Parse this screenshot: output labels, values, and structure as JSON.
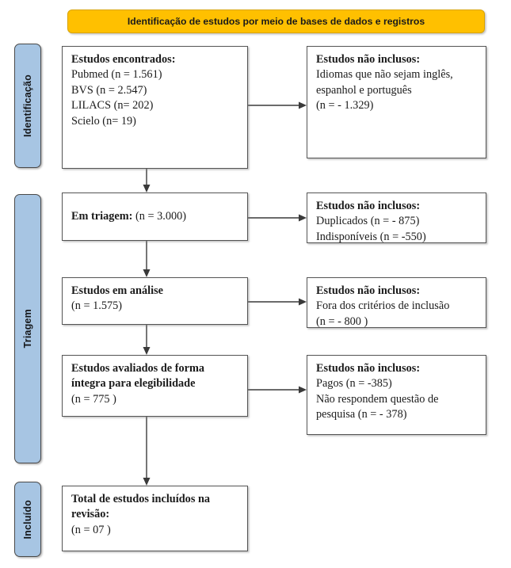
{
  "diagram": {
    "type": "prisma-flow-diagram",
    "language": "pt-BR",
    "colors": {
      "phase_bar_fill": "#a7c5e3",
      "header_banner_fill": "#ffc000",
      "box_border": "#555555",
      "connector": "#3a3a3a",
      "text": "#1b1b1b"
    }
  },
  "header": {
    "banner_text": "Identificação de estudos por meio de bases de dados e registros"
  },
  "phases": [
    {
      "id": "identificacao",
      "label": "Identificação"
    },
    {
      "id": "triagem",
      "label": "Triagem"
    },
    {
      "id": "incluido",
      "label": "Incluído"
    }
  ],
  "boxes": {
    "encontrados": {
      "title": "Estudos encontrados:",
      "lines": [
        "Pubmed (n = 1.561)",
        "BVS (n = 2.547)",
        "LILACS (n= 202)",
        "Scielo (n= 19)"
      ]
    },
    "excluded_idiomas": {
      "title": "Estudos não inclusos:",
      "lines": [
        "Idiomas que não sejam inglês,",
        "espanhol e português",
        "(n = - 1.329)"
      ]
    },
    "triagem": {
      "title": "Em triagem:",
      "count": "(n = 3.000)"
    },
    "excluded_duplicados": {
      "title": "Estudos não inclusos:",
      "lines": [
        "Duplicados (n = - 875)",
        "Indisponíveis (n =  -550)"
      ]
    },
    "analise": {
      "title": "Estudos em análise",
      "lines": [
        "(n = 1.575)"
      ]
    },
    "excluded_criterios": {
      "title": "Estudos não inclusos:",
      "lines": [
        "Fora dos critérios de inclusão",
        "(n = - 800 )"
      ]
    },
    "elegibilidade": {
      "title_line_1": "Estudos avaliados de forma",
      "title_line_2": "íntegra para elegibilidade",
      "lines": [
        "(n = 775 )"
      ]
    },
    "excluded_pagos": {
      "title": "Estudos não inclusos:",
      "lines": [
        "Pagos (n = -385)",
        "Não respondem questão de",
        "pesquisa (n = - 378)"
      ]
    },
    "incluidos": {
      "title_line_1": "Total de estudos incluídos na",
      "title_line_2": "revisão:",
      "lines": [
        "(n = 07 )"
      ]
    }
  }
}
